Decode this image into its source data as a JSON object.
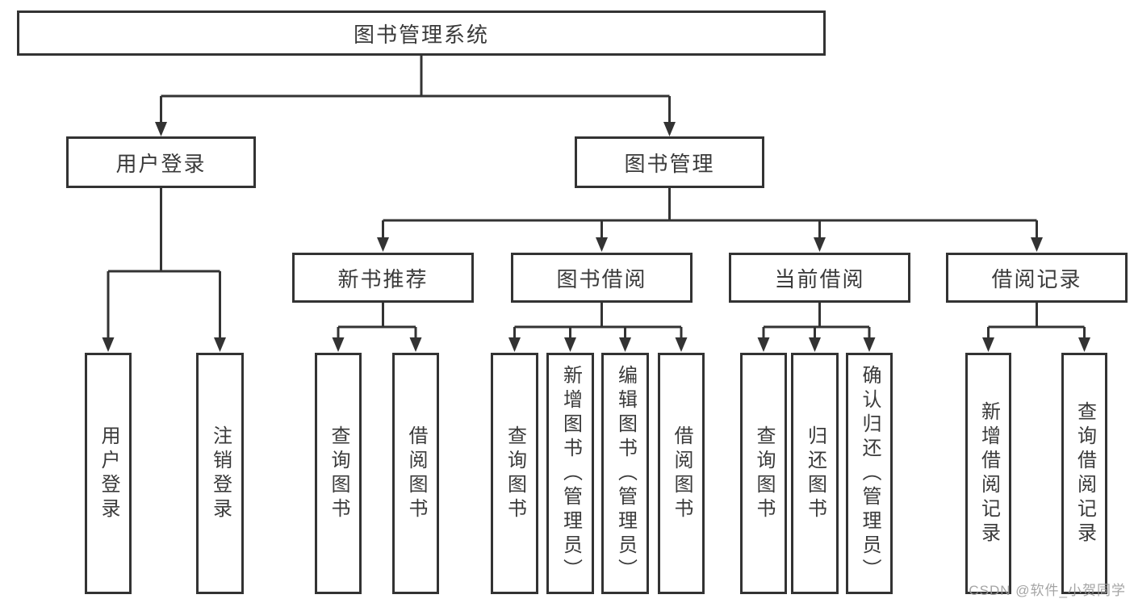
{
  "diagram": {
    "type": "hierarchy-tree",
    "colors": {
      "line": "#333333",
      "box_border": "#333333",
      "text": "#3a3a3a",
      "watermark": "#9b9b9b",
      "background": "#ffffff"
    },
    "tree": {
      "root": "图书管理系统",
      "children": [
        {
          "label": "用户登录",
          "children": [
            {
              "label": "用户登录"
            },
            {
              "label": "注销登录"
            }
          ]
        },
        {
          "label": "图书管理",
          "children": [
            {
              "label": "新书推荐",
              "children": [
                {
                  "label": "查询图书"
                },
                {
                  "label": "借阅图书"
                }
              ]
            },
            {
              "label": "图书借阅",
              "children": [
                {
                  "label": "查询图书"
                },
                {
                  "label": "新增图书（管理员）"
                },
                {
                  "label": "编辑图书（管理员）"
                },
                {
                  "label": "借阅图书"
                }
              ]
            },
            {
              "label": "当前借阅",
              "children": [
                {
                  "label": "查询图书"
                },
                {
                  "label": "归还图书"
                },
                {
                  "label": "确认归还（管理员）"
                }
              ]
            },
            {
              "label": "借阅记录",
              "children": [
                {
                  "label": "新增借阅记录"
                },
                {
                  "label": "查询借阅记录"
                }
              ]
            }
          ]
        }
      ]
    },
    "watermark": "CSDN @软件_小贺同学"
  }
}
